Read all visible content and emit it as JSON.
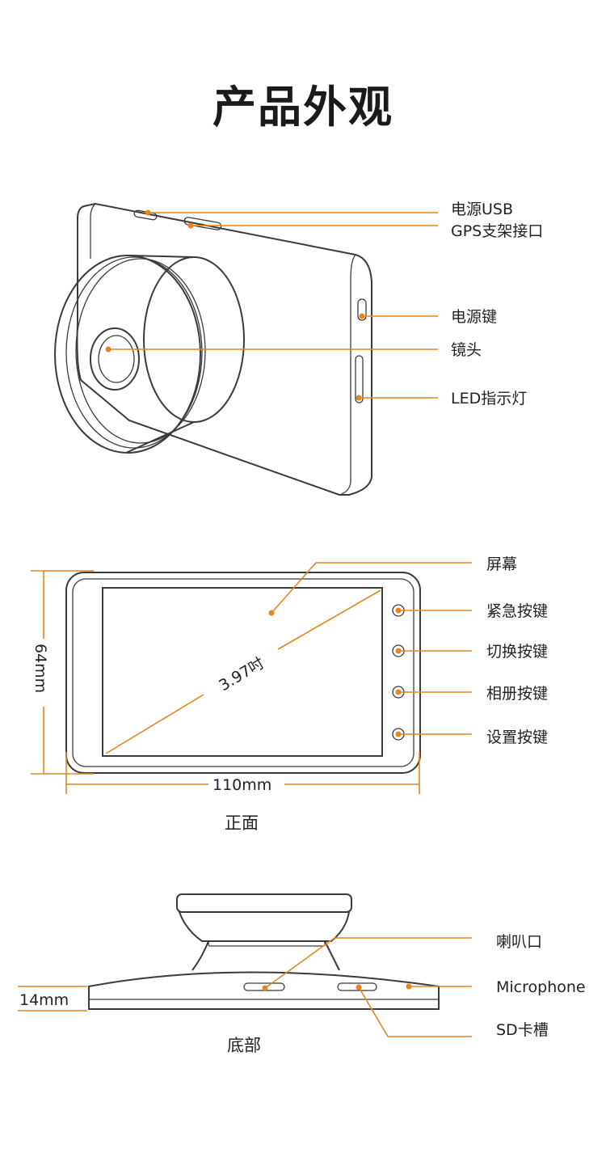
{
  "title": "产品外观",
  "colors": {
    "accent": "#e9841f",
    "outline": "#3b3b3b",
    "text": "#222222"
  },
  "section_top": {
    "labels": {
      "power_usb": "电源USB",
      "gps_port": "GPS支架接口",
      "power_key": "电源键",
      "lens": "镜头",
      "led": "LED指示灯"
    }
  },
  "section_front": {
    "labels": {
      "screen": "屏幕",
      "emergency": "紧急按键",
      "switch": "切换按键",
      "album": "相册按键",
      "settings": "设置按键"
    },
    "diagonal": "3.97吋",
    "height": "64mm",
    "width": "110mm",
    "caption": "正面"
  },
  "section_bottom": {
    "labels": {
      "speaker": "喇叭口",
      "microphone": "Microphone",
      "sd_slot": "SD卡槽"
    },
    "thickness": "14mm",
    "caption": "底部"
  }
}
